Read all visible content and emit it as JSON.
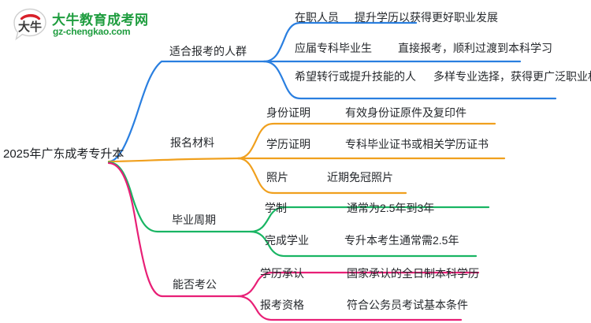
{
  "logo": {
    "mark_text": "大牛",
    "brand_cn": "大牛教育成考网",
    "brand_en": "gz-chengkao.com",
    "brand_color": "#1f9d3f",
    "mark_accent_color": "#d8202a"
  },
  "mindmap": {
    "root": {
      "label": "2025年广东成考专升本"
    },
    "branches": [
      {
        "label": "适合报考的人群",
        "color": "#2a7fe0",
        "children": [
          {
            "label": "在职人员",
            "detail": "提升学历以获得更好职业发展"
          },
          {
            "label": "应届专科毕业生",
            "detail": "直接报考，顺利过渡到本科学习"
          },
          {
            "label": "希望转行或提升技能的人",
            "detail": "多样专业选择，获得更广泛职业机会"
          }
        ]
      },
      {
        "label": "报名材料",
        "color": "#f0a01e",
        "children": [
          {
            "label": "身份证明",
            "detail": "有效身份证原件及复印件"
          },
          {
            "label": "学历证明",
            "detail": "专科毕业证书或相关学历证书"
          },
          {
            "label": "照片",
            "detail": "近期免冠照片"
          }
        ]
      },
      {
        "label": "毕业周期",
        "color": "#19b563",
        "children": [
          {
            "label": "学制",
            "detail": "通常为2.5年到3年"
          },
          {
            "label": "完成学业",
            "detail": "专升本考生通常需2.5年"
          }
        ]
      },
      {
        "label": "能否考公",
        "color": "#e81f76",
        "children": [
          {
            "label": "学历承认",
            "detail": "国家承认的全日制本科学历"
          },
          {
            "label": "报考资格",
            "detail": "符合公务员考试基本条件"
          }
        ]
      }
    ]
  }
}
